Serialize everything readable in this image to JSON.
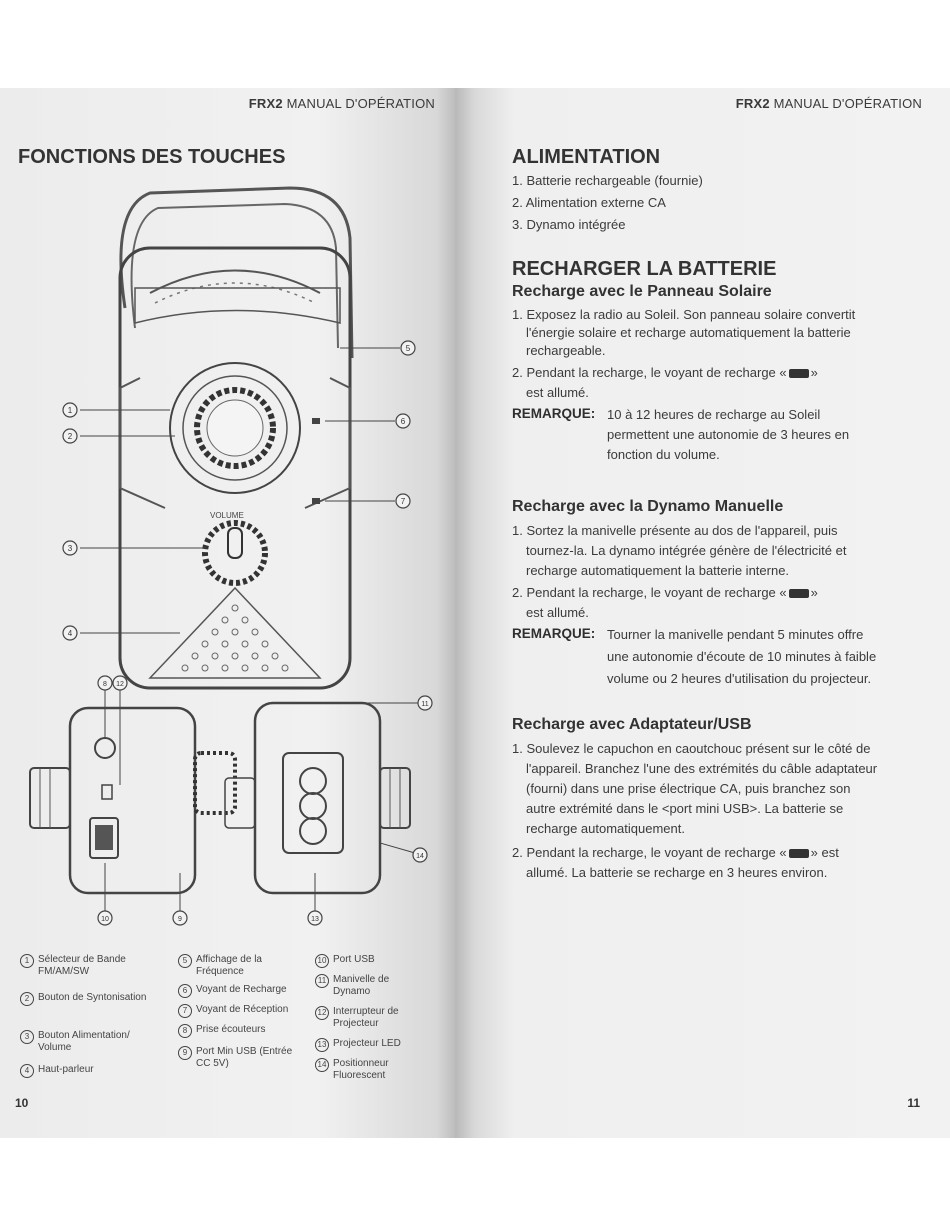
{
  "left": {
    "header_brand": "FRX2",
    "header_text": "MANUAL D'OPÉRATION",
    "title": "FONCTIONS DES TOUCHES",
    "page_number": "10",
    "callouts": [
      "1",
      "2",
      "3",
      "4",
      "5",
      "6",
      "7",
      "8",
      "9",
      "10",
      "11",
      "12",
      "13",
      "14"
    ],
    "volume_label": "VOLUME",
    "legend": [
      {
        "num": "1",
        "text": "Sélecteur de Bande FM/AM/SW"
      },
      {
        "num": "2",
        "text": "Bouton de Syntonisation"
      },
      {
        "num": "3",
        "text": "Bouton Alimentation/ Volume"
      },
      {
        "num": "4",
        "text": "Haut-parleur"
      },
      {
        "num": "5",
        "text": "Affichage de la Fréquence"
      },
      {
        "num": "6",
        "text": "Voyant de Recharge"
      },
      {
        "num": "7",
        "text": "Voyant de Réception"
      },
      {
        "num": "8",
        "text": "Prise écouteurs"
      },
      {
        "num": "9",
        "text": "Port Min USB (Entrée CC 5V)"
      },
      {
        "num": "10",
        "text": "Port USB"
      },
      {
        "num": "11",
        "text": "Manivelle de Dynamo"
      },
      {
        "num": "12",
        "text": "Interrupteur de Projecteur"
      },
      {
        "num": "13",
        "text": "Projecteur LED"
      },
      {
        "num": "14",
        "text": "Positionneur Fluorescent"
      }
    ]
  },
  "right": {
    "header_brand": "FRX2",
    "header_text": "MANUAL D'OPÉRATION",
    "page_number": "11",
    "alimentation": {
      "title": "ALIMENTATION",
      "items": [
        "1. Batterie rechargeable (fournie)",
        "2. Alimentation externe CA",
        "3. Dynamo intégrée"
      ]
    },
    "recharger": {
      "title": "RECHARGER LA BATTERIE",
      "solaire": {
        "title": "Recharge avec le Panneau Solaire",
        "p1a": "1. Exposez la radio au Soleil. Son panneau solaire convertit",
        "p1b": "l'énergie solaire et recharge automatiquement la batterie",
        "p1c": "rechargeable.",
        "p2a": "2. Pendant la recharge, le voyant de recharge «",
        "p2b": "»",
        "p2c": "est allumé.",
        "note_label": "REMARQUE:",
        "note_a": "10 à 12 heures de recharge au Soleil",
        "note_b": "permettent une autonomie de 3 heures en",
        "note_c": "fonction du volume."
      },
      "dynamo": {
        "title": "Recharge avec la Dynamo Manuelle",
        "p1a": "1. Sortez la manivelle présente au dos de l'appareil, puis",
        "p1b": "tournez-la. La dynamo intégrée génère de l'électricité et",
        "p1c": "recharge automatiquement la batterie interne.",
        "p2a": "2. Pendant la recharge, le voyant de recharge «",
        "p2b": "»",
        "p2c": "est allumé.",
        "note_label": "REMARQUE:",
        "note_a": "Tourner la manivelle pendant 5 minutes offre",
        "note_b": "une autonomie d'écoute de 10 minutes à faible",
        "note_c": "volume ou 2 heures d'utilisation du projecteur."
      },
      "usb": {
        "title": "Recharge avec Adaptateur/USB",
        "p1a": "1. Soulevez le capuchon en caoutchouc présent sur le côté de",
        "p1b": "l'appareil. Branchez l'une des extrémités du câble adaptateur",
        "p1c": "(fourni) dans une prise électrique CA, puis branchez son",
        "p1d": "autre extrémité dans le <port mini USB>. La batterie se",
        "p1e": "recharge automatiquement.",
        "p2a": "2. Pendant la recharge, le voyant de recharge «",
        "p2b": "» est",
        "p2c": "allumé. La batterie se recharge en 3 heures environ."
      }
    }
  }
}
